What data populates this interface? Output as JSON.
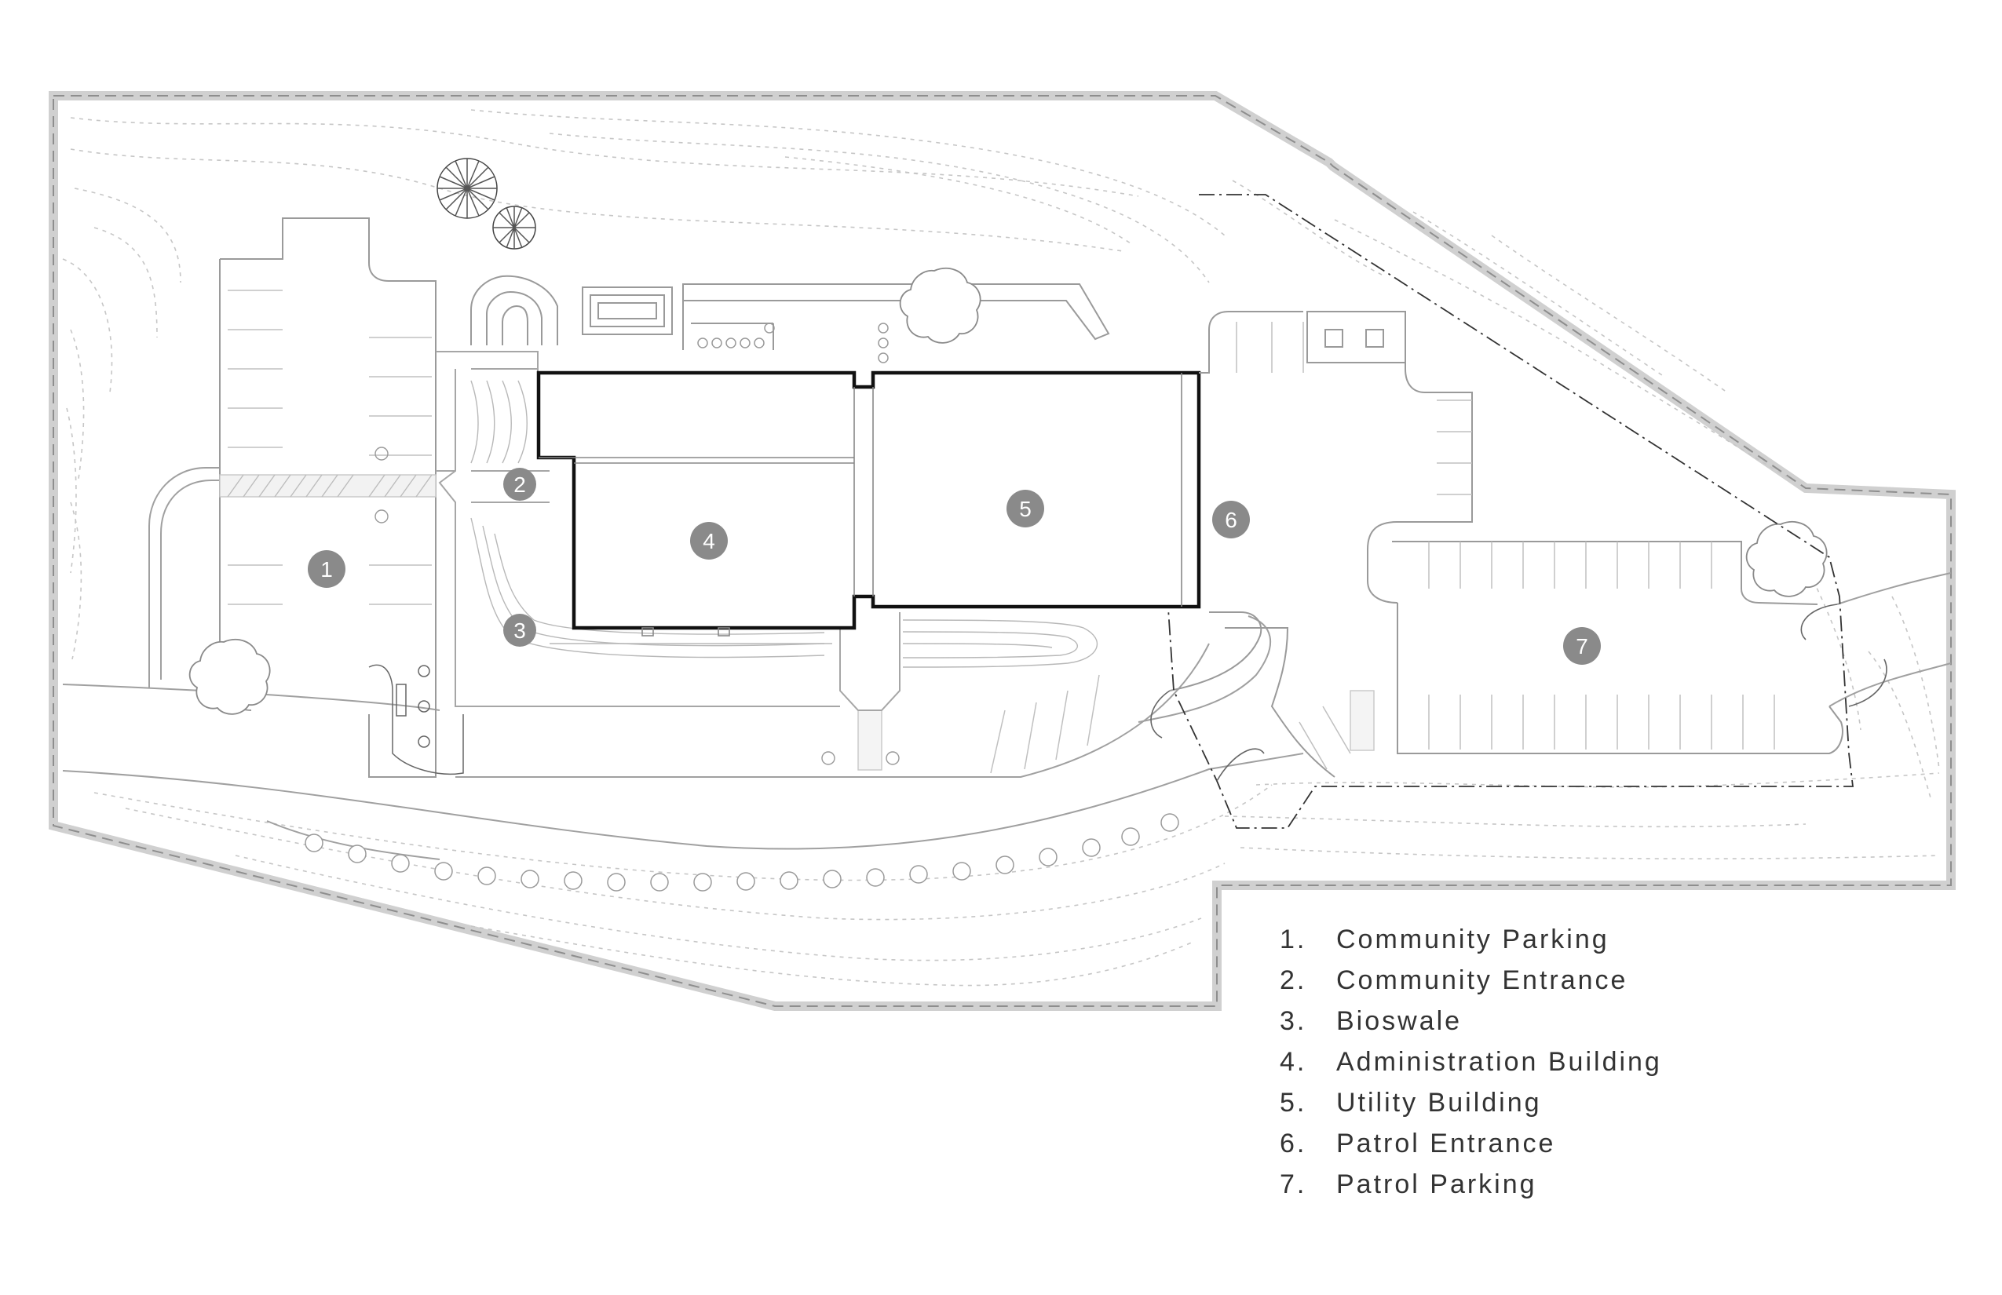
{
  "legend": {
    "items": [
      {
        "number": "1.",
        "label": "Community Parking"
      },
      {
        "number": "2.",
        "label": "Community Entrance"
      },
      {
        "number": "3.",
        "label": "Bioswale"
      },
      {
        "number": "4.",
        "label": "Administration Building"
      },
      {
        "number": "5.",
        "label": "Utility Building"
      },
      {
        "number": "6.",
        "label": "Patrol Entrance"
      },
      {
        "number": "7.",
        "label": "Patrol Parking"
      }
    ]
  },
  "markers": [
    "1",
    "2",
    "3",
    "4",
    "5",
    "6",
    "7"
  ],
  "colors": {
    "marker_fill": "#8a8a8a",
    "building_outline": "#111111",
    "site_line": "#9a9a9a",
    "boundary": "#c8c8c8",
    "contour": "#c4c4c4",
    "legend_text": "#333333"
  }
}
